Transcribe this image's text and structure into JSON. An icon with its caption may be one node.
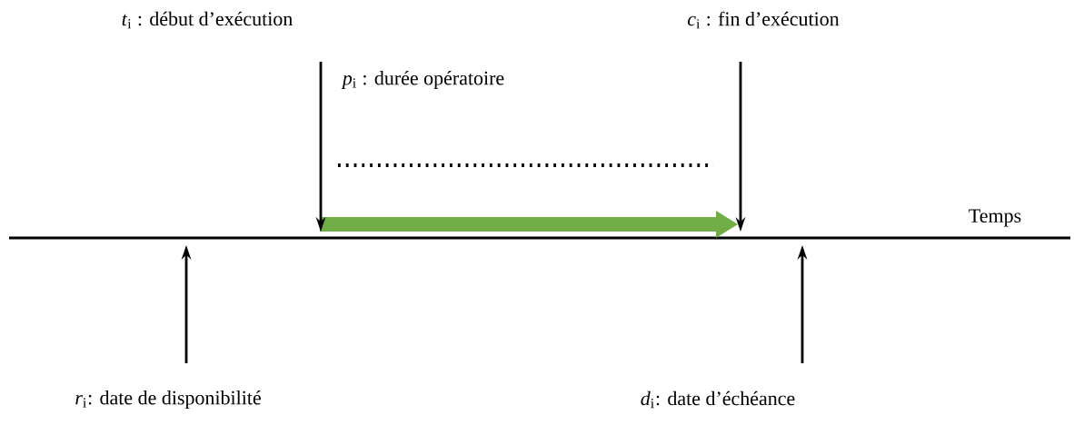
{
  "diagram": {
    "nodes": [
      {
        "text": [
          "*t*$_{i}$ : début d’exécution"
        ]
      },
      {
        "text": [
          "*c*$_{i}$ : fin d’exécution"
        ]
      },
      {
        "text": [
          "*r*$_{i}$: date de disponibilité"
        ]
      },
      {
        "text": [
          "*d*$_{i}$: date d’échéance"
        ]
      }
    ],
    "edges": [
      {
        "from": 0,
        "to": null,
        "arrow": "to"
      },
      {
        "from": 1,
        "to": null,
        "arrow": "to"
      },
      {
        "from": 2,
        "to": null,
        "arrow": "to"
      },
      {
        "from": 3,
        "to": null,
        "arrow": "to"
      }
    ],
    "labels": [
      "*p*$_{i}$ : durée opératoire",
      "Temps"
    ]
  }
}
